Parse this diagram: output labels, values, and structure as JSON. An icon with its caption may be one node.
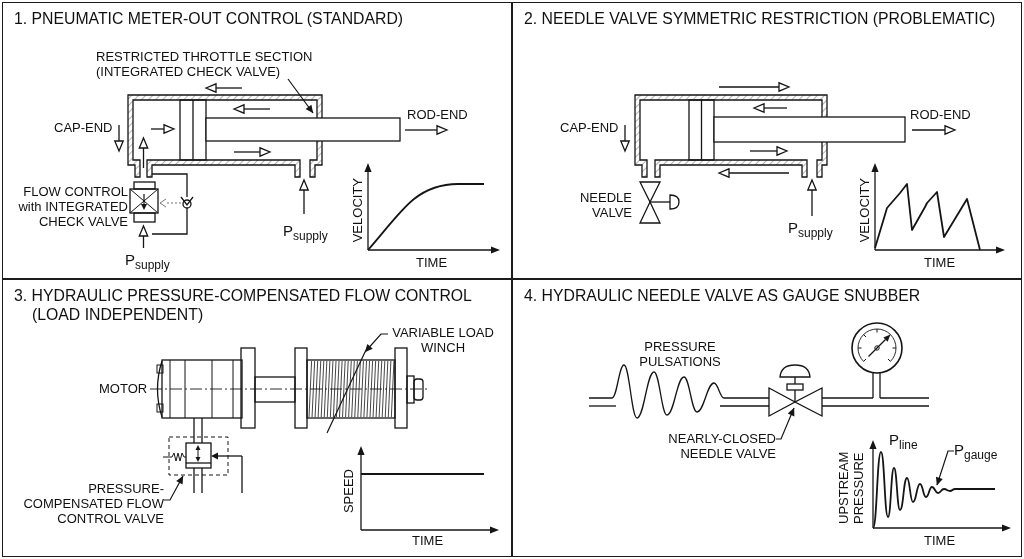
{
  "diagram": {
    "nodes": [
      {
        "text": [
          "1. PNEUMATIC METER-OUT CONTROL (STANDARD)"
        ]
      },
      {
        "text": [
          "RESTRICTED THROTTLE SECTION (INTEGRATED CHECK VALVE)"
        ],
        "in": 0
      },
      {
        "text": [
          "2. NEEDLE VALVE SYMMETRIC RESTRICTION (PROBLEMATIC)"
        ]
      },
      {
        "text": [
          "3. HYDRAULIC PRESSURE-COMPENSATED FLOW CONTROL (LOAD INDEPENDENT)"
        ]
      },
      {
        "text": [
          "VARIABLE LOAD WINCH"
        ],
        "in": 3
      },
      {
        "text": [
          "PRESSURE-COMPENSATED FLOW CONTROL VALVE"
        ],
        "in": 3
      },
      {
        "text": [
          "4. HYDRAULIC NEEDLE VALVE AS GAUGE SNUBBER"
        ]
      },
      {
        "text": [
          "NEARLY-CLOSED NEEDLE VALVE"
        ],
        "in": 6
      },
      {
        "text": [
          "P$_{gauge}$"
        ],
        "in": 6
      },
      {
        "text": [],
        "shape": "curve",
        "in": 6,
        "beside": [
          "P$_{line}$"
        ]
      }
    ],
    "edges": [
      {
        "from": 1,
        "to": null,
        "arrow": "to"
      },
      {
        "from": 4,
        "to": null,
        "arrow": "to"
      },
      {
        "from": 5,
        "to": null,
        "arrow": "to"
      },
      {
        "from": 7,
        "to": null,
        "arrow": "to"
      },
      {
        "from": 8,
        "to": 9,
        "arrow": "to"
      }
    ],
    "labels": [
      "ROD-END",
      "CAP-END",
      "FLOW CONTROL with INTEGRATED CHECK VALVE",
      "VELOCITY",
      "P$_{supply}$",
      "P$_{supply}$",
      "TIME",
      "ROD-END",
      "CAP-END",
      "NEEDLE VALVE",
      "VELOCITY",
      "P$_{supply}$",
      "TIME",
      "MOTOR",
      "SPEED",
      "TIME",
      "PRESSURE PULSATIONS",
      "UPSTREAM PRESSURE",
      "TIME"
    ]
  }
}
